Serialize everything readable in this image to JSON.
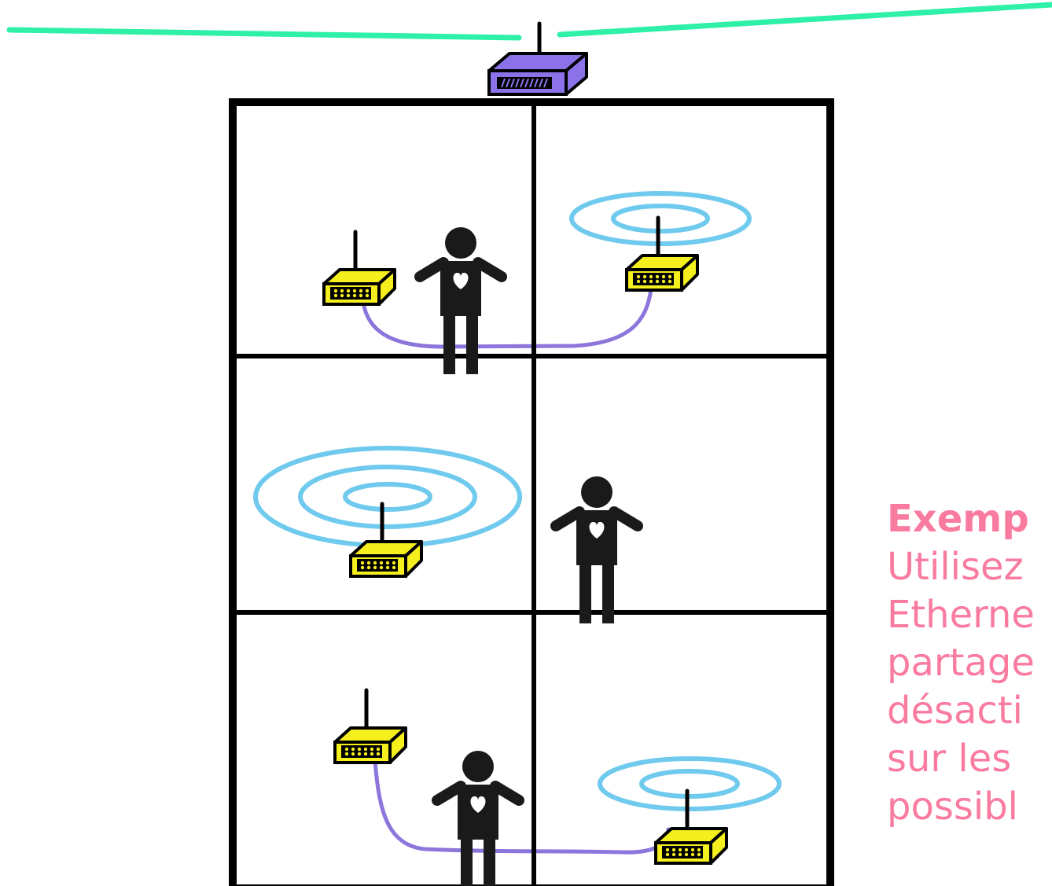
{
  "colors": {
    "wan_cable": "#2ef0a8",
    "router": "#8b72e8",
    "extender": "#f5ef1e",
    "ethernet_cable": "#8c76dc",
    "wifi_signal": "#6fcaee",
    "walls": "#000000",
    "person": "#1a1a1a",
    "caption_text": "#f97ba0"
  },
  "icons": {
    "main_router": "router-icon",
    "extender": "wifi-extender-icon",
    "person": "person-icon",
    "signal": "wifi-signal-rings-icon"
  },
  "caption": {
    "title": "Exemp",
    "lines": [
      "Utilisez",
      "Etherne",
      "partage",
      "désacti",
      "sur les",
      "possibl"
    ]
  }
}
